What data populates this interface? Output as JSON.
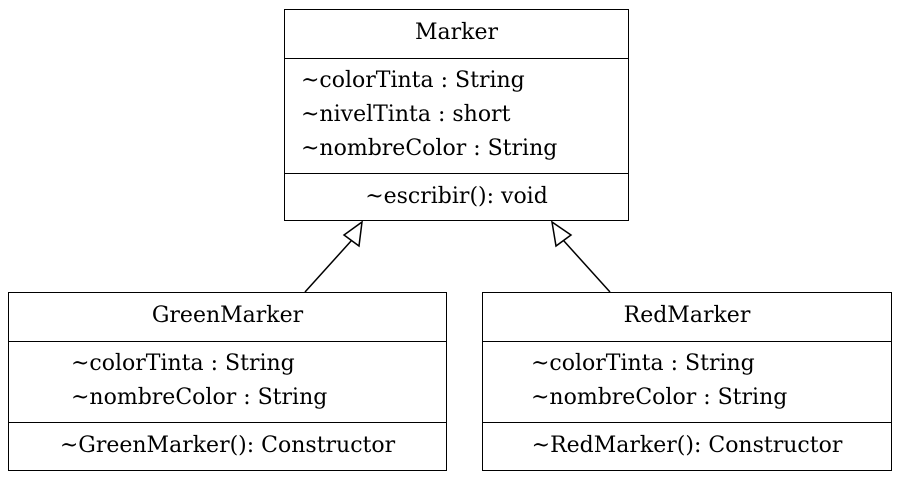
{
  "classes": {
    "marker": {
      "name": "Marker",
      "attributes": [
        "~colorTinta : String",
        "~nivelTinta : short",
        "~nombreColor : String"
      ],
      "operations": [
        "~escribir(): void"
      ]
    },
    "green_marker": {
      "name": "GreenMarker",
      "attributes": [
        "~colorTinta : String",
        "~nombreColor : String"
      ],
      "operations": [
        "~GreenMarker(): Constructor"
      ]
    },
    "red_marker": {
      "name": "RedMarker",
      "attributes": [
        "~colorTinta : String",
        "~nombreColor : String"
      ],
      "operations": [
        "~RedMarker(): Constructor"
      ]
    }
  },
  "relations": [
    {
      "type": "generalization",
      "from": "GreenMarker",
      "to": "Marker"
    },
    {
      "type": "generalization",
      "from": "RedMarker",
      "to": "Marker"
    }
  ],
  "colors": {
    "stroke": "#000000",
    "fill": "#ffffff"
  }
}
